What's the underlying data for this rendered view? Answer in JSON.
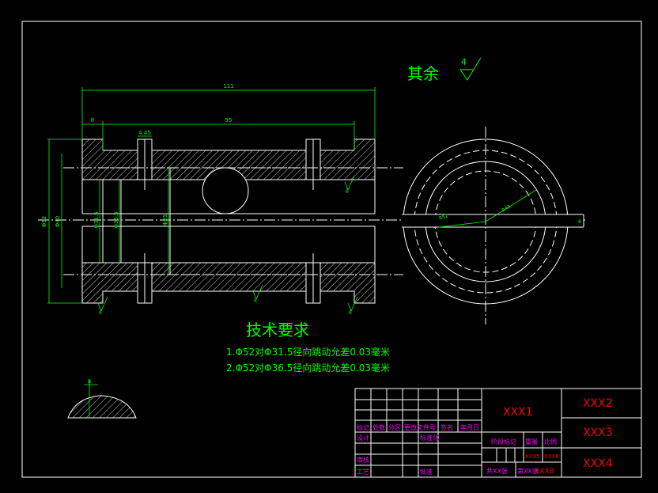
{
  "drawing": {
    "surface_note": {
      "text": "其余",
      "roughness": "4"
    },
    "dimensions": {
      "overall_length": "111",
      "left_offset": "8",
      "inner_length": "95",
      "small_width": "4.45",
      "radius_outer": "R43",
      "radius_inner": "R52",
      "slot": "8",
      "dia_outer_1": "Φ52",
      "dia_outer_2": "Φ40",
      "dia_bore_1": "Φ31.5",
      "dia_bore_2": "Φ36.5",
      "dia_bore_3": "Φ25"
    },
    "roughness_marks": [
      "6",
      "6",
      "6",
      "6"
    ],
    "detail_label": "B",
    "tech_requirements": {
      "title": "技术要求",
      "items": [
        "1.Φ52对Φ31.5径向跳动允差0.03毫米",
        "2.Φ52对Φ36.5径向跳动允差0.03毫米"
      ]
    }
  },
  "title_block": {
    "header_labels": [
      "标记",
      "处数",
      "分区",
      "更改文件号",
      "签名",
      "年月日"
    ],
    "row_design": "设计",
    "row_standard": "标准化",
    "row_review": "审核",
    "row_process": "工艺",
    "row_approve": "批准",
    "stage_mark": "阶段标记",
    "weight": "重量",
    "scale": "比例",
    "weight_value": "XXX5",
    "scale_value": "XXX6",
    "sheets_total": "共XX张",
    "sheet_no": "第XX张",
    "sheets_suffix": "XXX8",
    "name": "XXX1",
    "company": "XXX2",
    "drawing_no": "XXX3",
    "material": "XXX4"
  },
  "colors": {
    "background": "#000000",
    "line": "#ffffff",
    "dimension": "#00ff00",
    "title_text": "#ff0000",
    "title_labels": "#ff00ff",
    "requirements": "#00ff00"
  }
}
